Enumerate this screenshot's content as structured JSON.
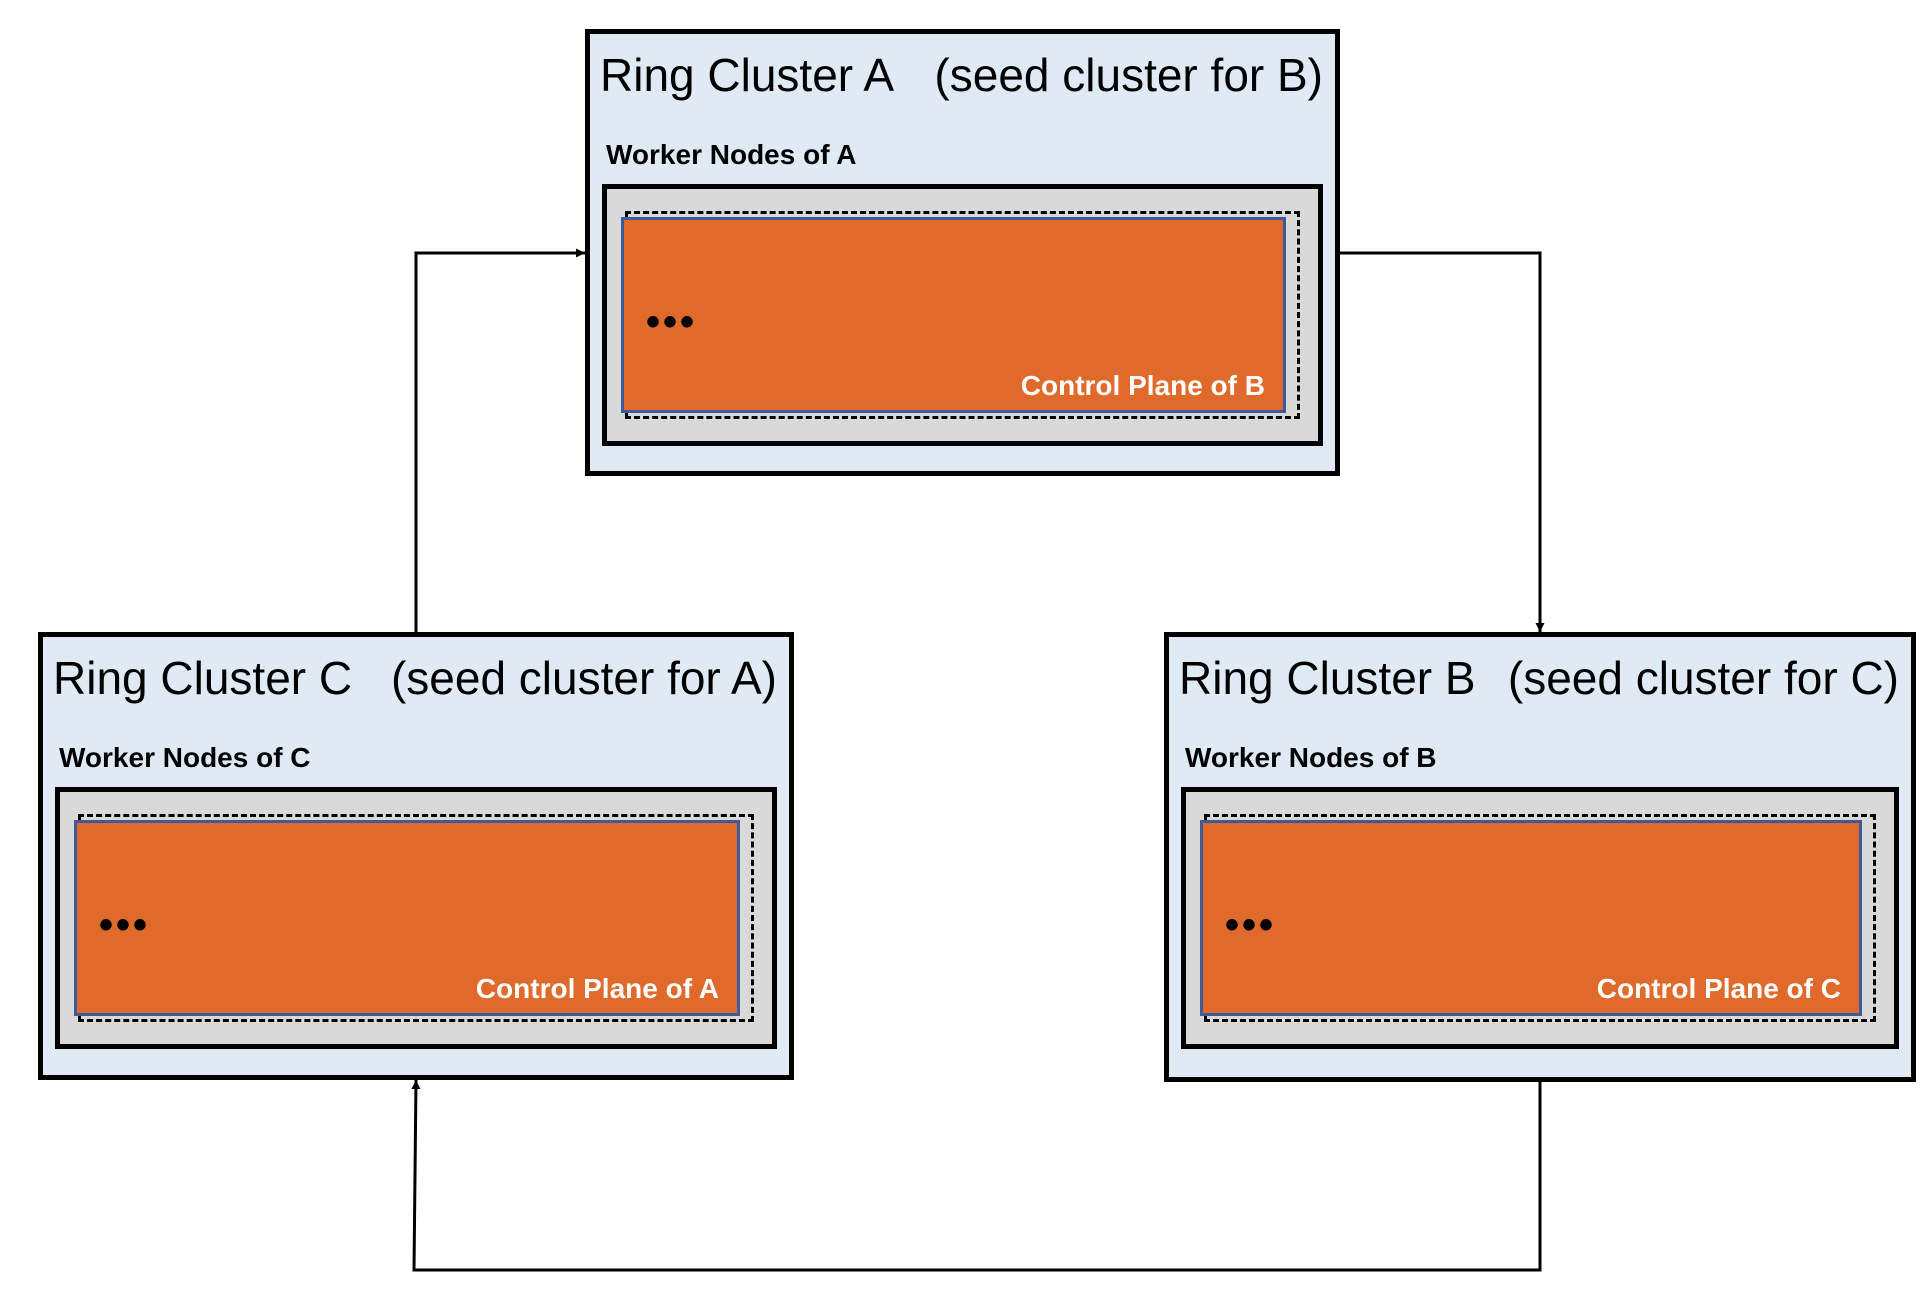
{
  "clusters": [
    {
      "id": "a",
      "name": "Ring Cluster A",
      "seed_note": "(seed cluster for B)",
      "workers_label": "Worker Nodes of A",
      "ellipsis": "•••",
      "control_plane_label": "Control Plane of B"
    },
    {
      "id": "b",
      "name": "Ring Cluster B",
      "seed_note": "(seed cluster for C)",
      "workers_label": "Worker Nodes of B",
      "ellipsis": "•••",
      "control_plane_label": "Control Plane of C"
    },
    {
      "id": "c",
      "name": "Ring Cluster C",
      "seed_note": "(seed cluster for A)",
      "workers_label": "Worker Nodes of C",
      "ellipsis": "•••",
      "control_plane_label": "Control Plane of A"
    }
  ],
  "connections": [
    {
      "from": "Ring Cluster A",
      "to": "Ring Cluster B"
    },
    {
      "from": "Ring Cluster B",
      "to": "Ring Cluster C"
    },
    {
      "from": "Ring Cluster C",
      "to": "Ring Cluster A"
    }
  ],
  "colors": {
    "cluster_fill": "#dfeaf5",
    "worker_fill": "#d9d9d9",
    "control_plane_fill": "#e06a2b",
    "control_plane_border": "#3d5a99",
    "control_plane_text": "#ffffff",
    "line": "#000000"
  }
}
